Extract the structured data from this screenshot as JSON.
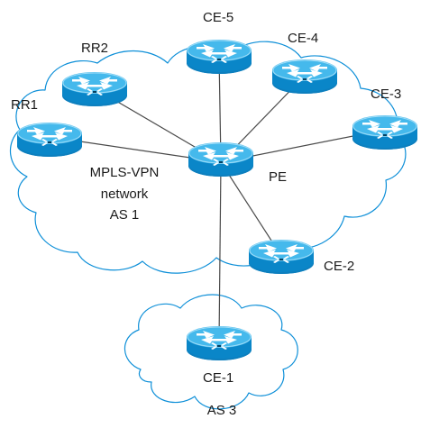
{
  "diagram": {
    "labels": {
      "rr1": "RR1",
      "rr2": "RR2",
      "ce5": "CE-5",
      "ce4": "CE-4",
      "ce3": "CE-3",
      "pe": "PE",
      "ce2": "CE-2",
      "ce1": "CE-1",
      "mpls_line1": "MPLS-VPN",
      "mpls_line2": "network",
      "mpls_line3": "AS 1",
      "as3": "AS 3"
    },
    "nodes": [
      {
        "id": "rr1",
        "type": "router",
        "label": "RR1"
      },
      {
        "id": "rr2",
        "type": "router",
        "label": "RR2"
      },
      {
        "id": "ce5",
        "type": "router",
        "label": "CE-5"
      },
      {
        "id": "ce4",
        "type": "router",
        "label": "CE-4"
      },
      {
        "id": "ce3",
        "type": "router",
        "label": "CE-3"
      },
      {
        "id": "pe",
        "type": "router",
        "label": "PE"
      },
      {
        "id": "ce2",
        "type": "router",
        "label": "CE-2"
      },
      {
        "id": "ce1",
        "type": "router",
        "label": "CE-1"
      }
    ],
    "links": [
      [
        "pe",
        "rr1"
      ],
      [
        "pe",
        "rr2"
      ],
      [
        "pe",
        "ce5"
      ],
      [
        "pe",
        "ce4"
      ],
      [
        "pe",
        "ce3"
      ],
      [
        "pe",
        "ce2"
      ],
      [
        "pe",
        "ce1"
      ]
    ],
    "colors": {
      "cloud_outline": "#0d8fd8",
      "router_fill": "#1aa0df",
      "router_dark": "#0a86c8",
      "link": "#4a4a4a"
    }
  }
}
